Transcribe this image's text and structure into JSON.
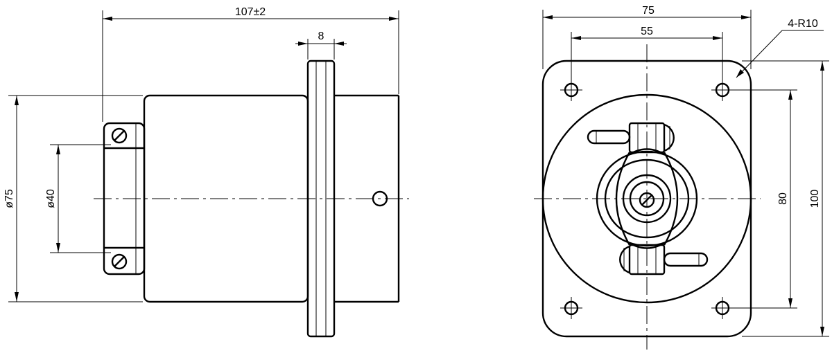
{
  "side_view": {
    "length_dim": "107±2",
    "flange_thickness_dim": "8",
    "body_diameter_dim": "ø75",
    "connector_diameter_dim": "ø40"
  },
  "front_view": {
    "flange_width_dim": "75",
    "hole_spacing_horizontal_dim": "55",
    "corner_radius_callout": "4-R10",
    "hole_spacing_vertical_dim": "80",
    "flange_height_dim": "100"
  }
}
